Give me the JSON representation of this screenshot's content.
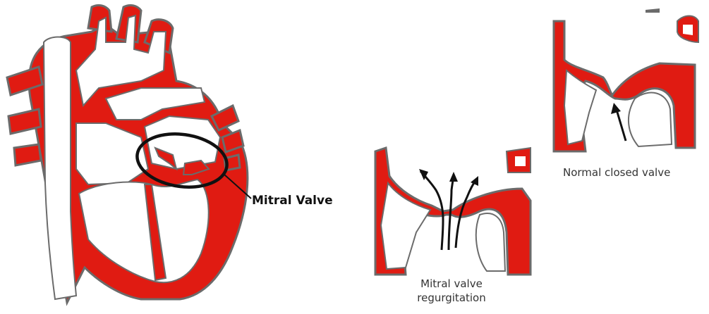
{
  "labels": {
    "mitral_valve": "Mitral Valve",
    "normal_closed_valve": "Normal closed valve",
    "regurgitation_line1": "Mitral valve",
    "regurgitation_line2": "regurgitation"
  },
  "colors": {
    "tissue_red": "#e01b12",
    "outline_gray": "#6b6b6b",
    "background": "#ffffff",
    "ink": "#111111"
  }
}
